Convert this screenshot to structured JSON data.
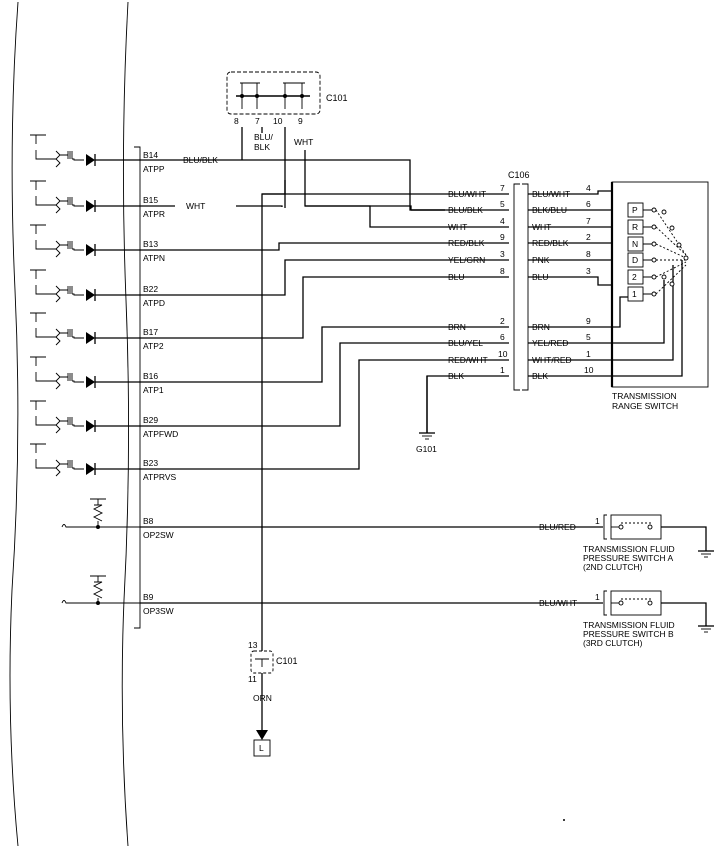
{
  "ecm_outputs": [
    {
      "pin": "B14",
      "name": "ATPP"
    },
    {
      "pin": "B15",
      "name": "ATPR"
    },
    {
      "pin": "B13",
      "name": "ATPN"
    },
    {
      "pin": "B22",
      "name": "ATPD"
    },
    {
      "pin": "B17",
      "name": "ATP2"
    },
    {
      "pin": "B16",
      "name": "ATP1"
    },
    {
      "pin": "B29",
      "name": "ATPFWD"
    },
    {
      "pin": "B23",
      "name": "ATPRVS"
    }
  ],
  "ecm_switch_inputs": [
    {
      "pin": "B8",
      "name": "OP2SW"
    },
    {
      "pin": "B9",
      "name": "OP3SW"
    }
  ],
  "c101_top": {
    "name": "C101",
    "pins": [
      "8",
      "7",
      "10",
      "9"
    ],
    "wire_blublk": "BLU/BLK",
    "wire_blu_stack": [
      "BLU/",
      "BLK"
    ],
    "wire_wht": "WHT"
  },
  "harness_wires": {
    "b14": "BLU/BLK",
    "b15": "WHT"
  },
  "c106": {
    "name": "C106",
    "left_wires": [
      "BLU/WHT",
      "BLU/BLK",
      "WHT",
      "RED/BLK",
      "YEL/GRN",
      "BLU",
      "BRN",
      "BLU/YEL",
      "RED/WHT",
      "BLK"
    ],
    "left_pins": [
      "7",
      "5",
      "4",
      "9",
      "3",
      "8",
      "2",
      "6",
      "10",
      "1"
    ],
    "right_wires": [
      "BLU/WHT",
      "BLK/BLU",
      "WHT",
      "RED/BLK",
      "PNK",
      "BLU",
      "BRN",
      "YEL/RED",
      "WHT/RED",
      "BLK"
    ],
    "right_pins": [
      "4",
      "6",
      "7",
      "2",
      "8",
      "3",
      "9",
      "5",
      "1",
      "10"
    ]
  },
  "trs": {
    "positions": [
      "P",
      "R",
      "N",
      "D",
      "2",
      "1"
    ],
    "label_lines": [
      "TRANSMISSION",
      "RANGE SWITCH"
    ]
  },
  "ground": "G101",
  "pressure_switches": [
    {
      "wire": "BLU/RED",
      "pin": "1",
      "label_lines": [
        "TRANSMISSION FLUID",
        "PRESSURE SWITCH A",
        "(2ND CLUTCH)"
      ]
    },
    {
      "wire": "BLU/WHT",
      "pin": "1",
      "label_lines": [
        "TRANSMISSION FLUID",
        "PRESSURE SWITCH B",
        "(3RD CLUTCH)"
      ]
    }
  ],
  "c101_bottom": {
    "name": "C101",
    "pin_top": "13",
    "pin_bottom": "11",
    "wire": "ORN"
  },
  "terminal_label": "L"
}
